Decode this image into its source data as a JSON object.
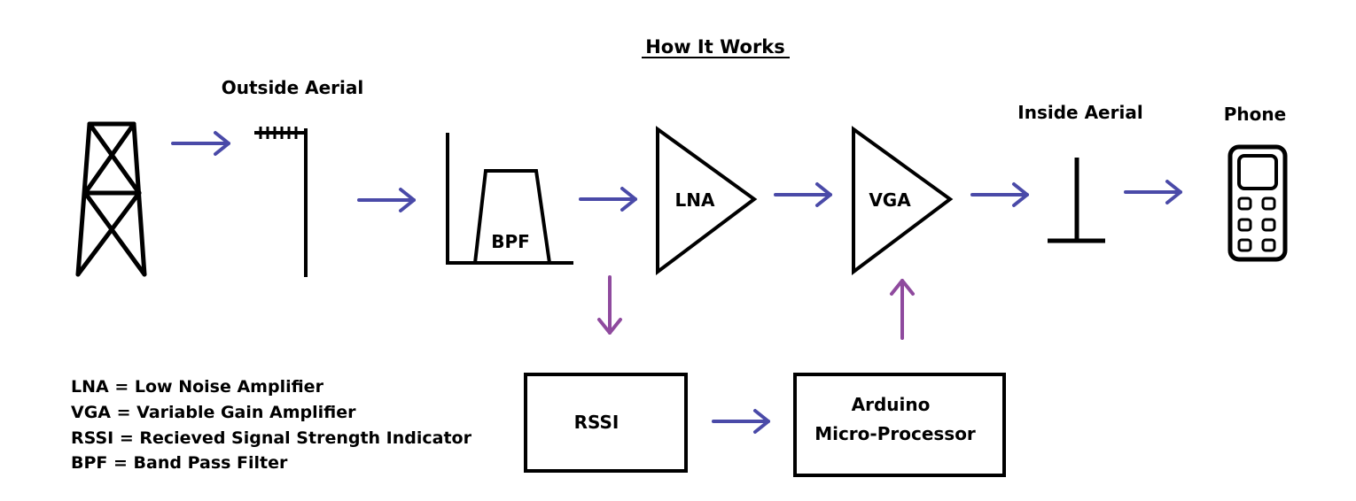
{
  "title": "How It Works",
  "labels": {
    "outside_aerial": "Outside Aerial",
    "inside_aerial": "Inside Aerial",
    "phone": "Phone",
    "bpf": "BPF",
    "lna": "LNA",
    "vga": "VGA",
    "rssi": "RSSI",
    "arduino_line1": "Arduino",
    "arduino_line2": "Micro-Processor"
  },
  "legend": [
    "LNA = Low Noise Amplifier",
    "VGA = Variable Gain Amplifier",
    "RSSI = Recieved Signal Strength Indicator",
    "BPF = Band Pass Filter"
  ],
  "colors": {
    "signal_arrow": "#4a4aa8",
    "control_arrow": "#8f4a9e",
    "stroke": "#000000",
    "background": "#ffffff"
  }
}
